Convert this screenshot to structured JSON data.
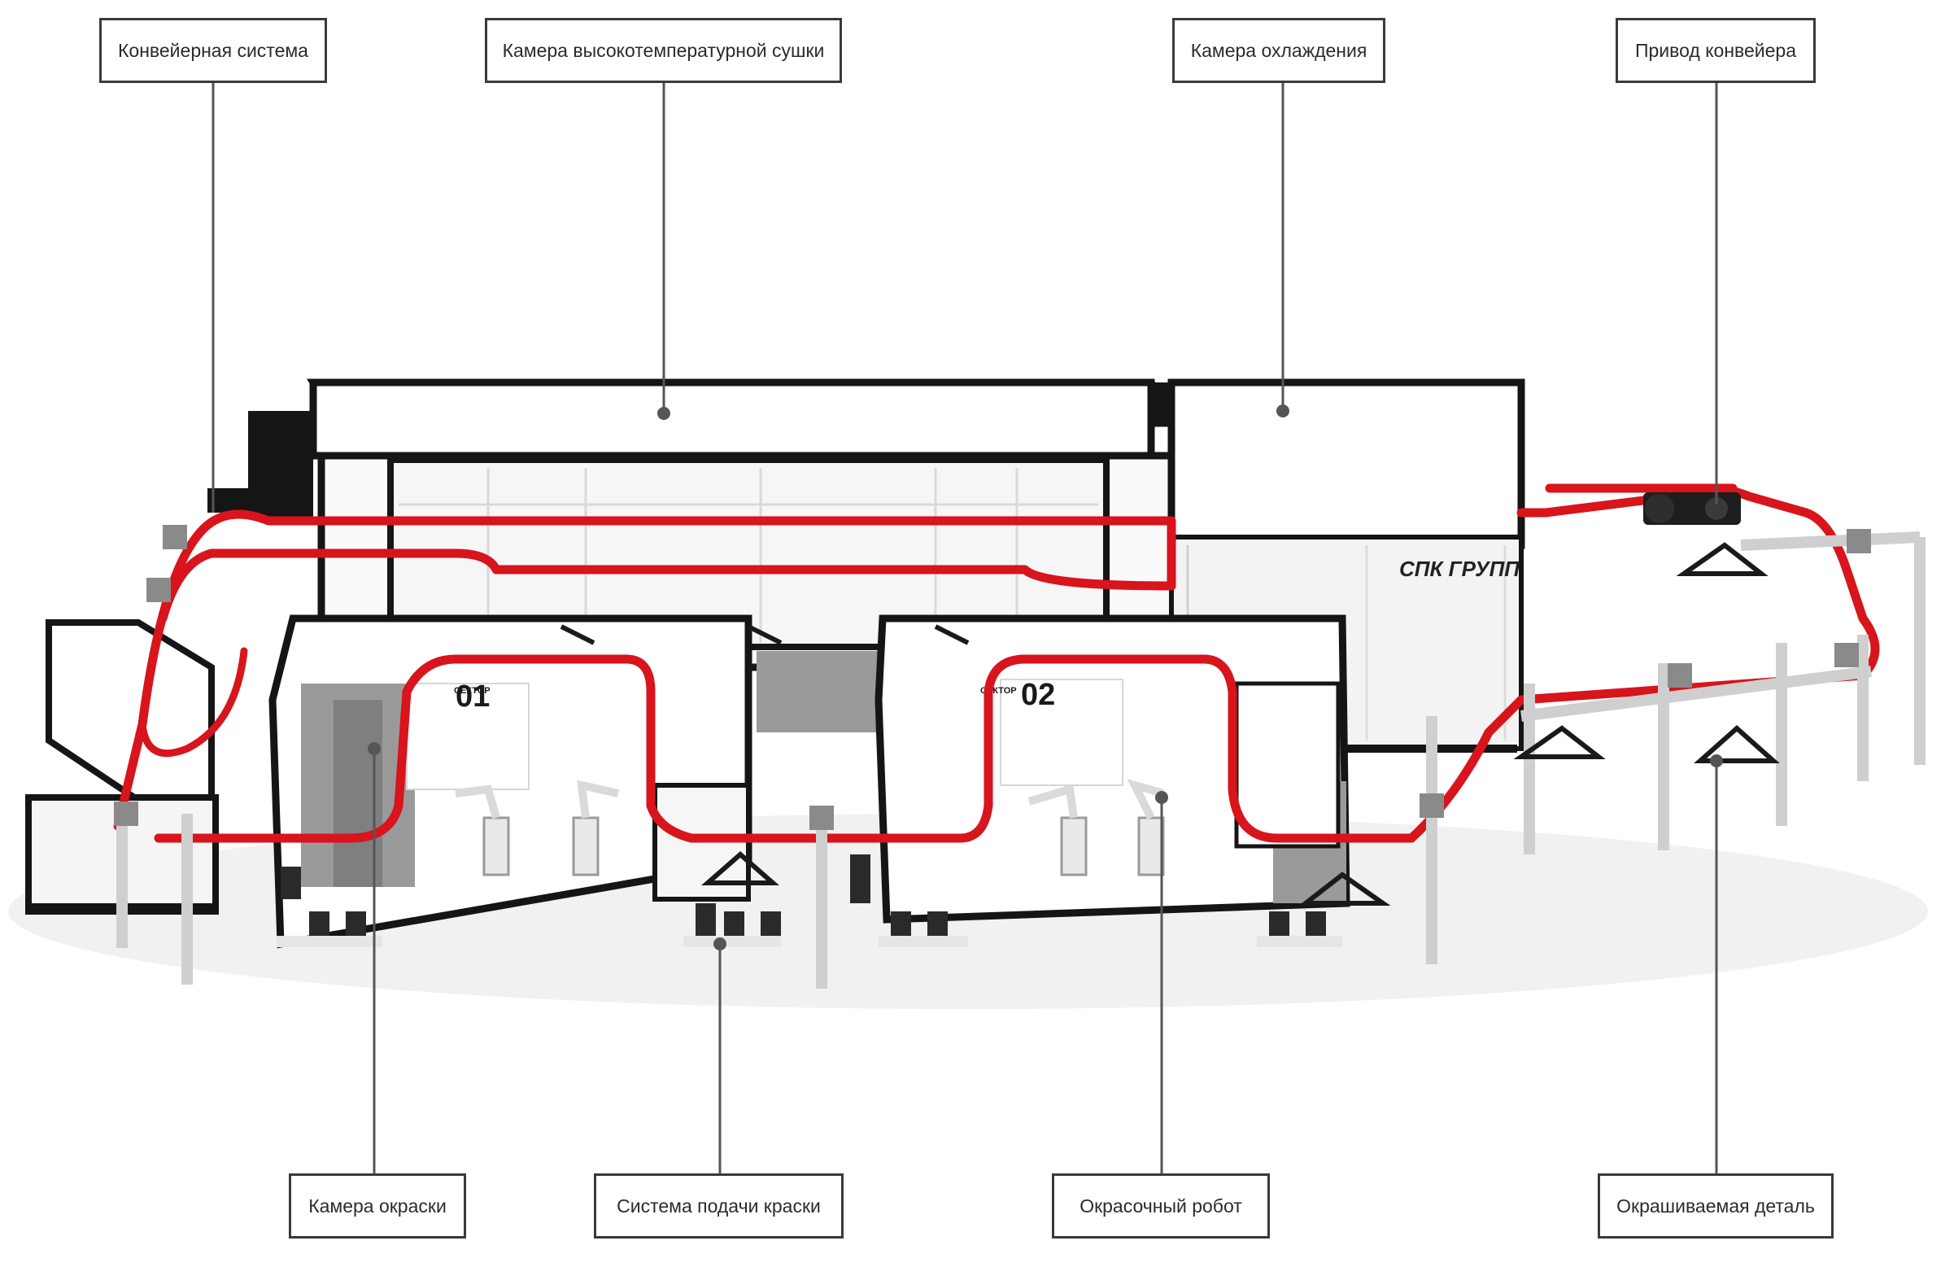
{
  "callouts": {
    "conveyor_system": "Конвейерная система",
    "drying_chamber": "Камера высокотемпературной сушки",
    "cooling_chamber": "Камера охлаждения",
    "conveyor_drive": "Привод конвейера",
    "painting_booth": "Камера окраски",
    "paint_supply": "Система подачи краски",
    "painting_robot": "Окрасочный робот",
    "painted_part": "Окрашиваемая деталь"
  },
  "signage": {
    "brand": "СПК ГРУПП",
    "booth_1": "01",
    "booth_2": "02",
    "sector_1": "СЕКТОР",
    "sector_2": "СЕКТОР"
  },
  "colors": {
    "conveyor_rail": "#d8141c",
    "frame": "#1a1a1a",
    "callout_border": "#3a3a3a",
    "leader_line": "#555555"
  }
}
